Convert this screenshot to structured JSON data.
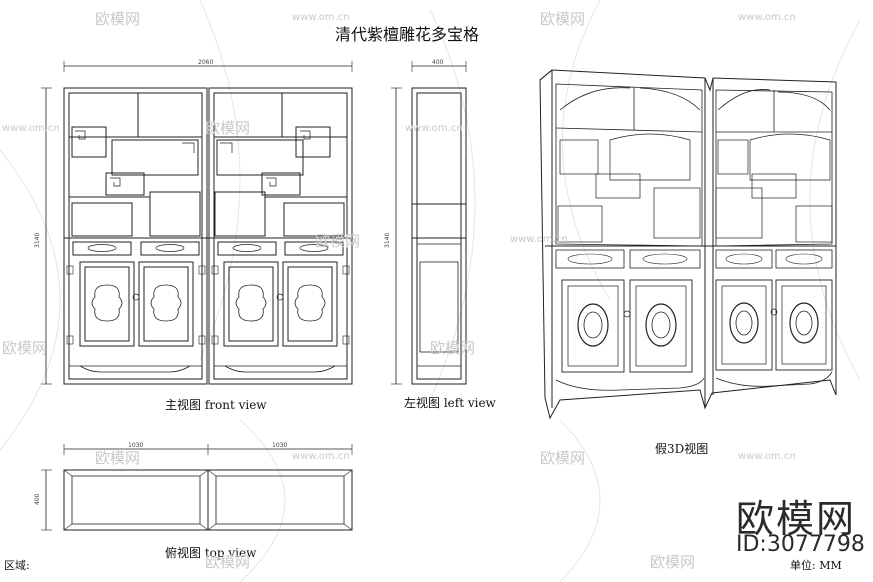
{
  "title": "清代紫檀雕花多宝格",
  "views": {
    "front": "主视图   front view",
    "left": "左视图   left view",
    "top": "俯视图   top view",
    "iso": "假3D视图"
  },
  "dimensions": {
    "front_width": "2060",
    "front_height": "3140",
    "left_width": "400",
    "left_height": "3140",
    "top_left_width": "1030",
    "top_right_width": "1030",
    "top_depth": "400"
  },
  "footer": {
    "region": "区域:",
    "unit": "单位: MM"
  },
  "watermark": {
    "brand": "欧模网",
    "id": "ID:3077798",
    "small": "欧模网",
    "url": "www.om.cn"
  },
  "colors": {
    "line": "#222222",
    "watermark": "#c9c9c9"
  }
}
